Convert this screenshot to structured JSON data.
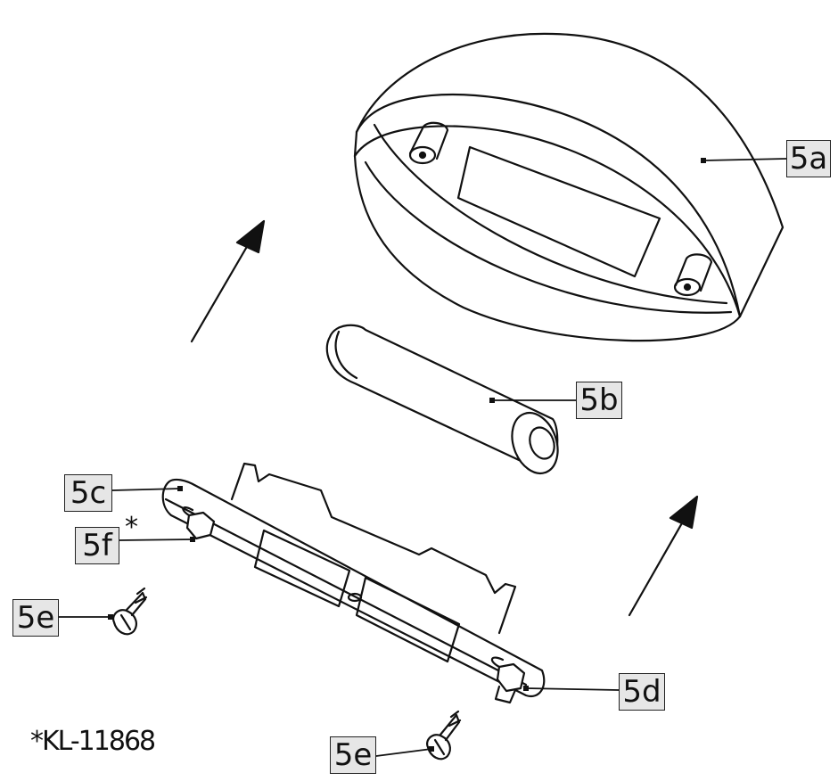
{
  "callouts": {
    "part_5a": "5a",
    "part_5b": "5b",
    "part_5c": "5c",
    "part_5f": "5f",
    "part_5e_left": "5e",
    "part_5d": "5d",
    "part_5e_bottom": "5e"
  },
  "marks": {
    "asterisk": "*"
  },
  "footnote": "*KL-11868",
  "colors": {
    "line": "#111111",
    "label_fill": "#e6e6e6"
  }
}
